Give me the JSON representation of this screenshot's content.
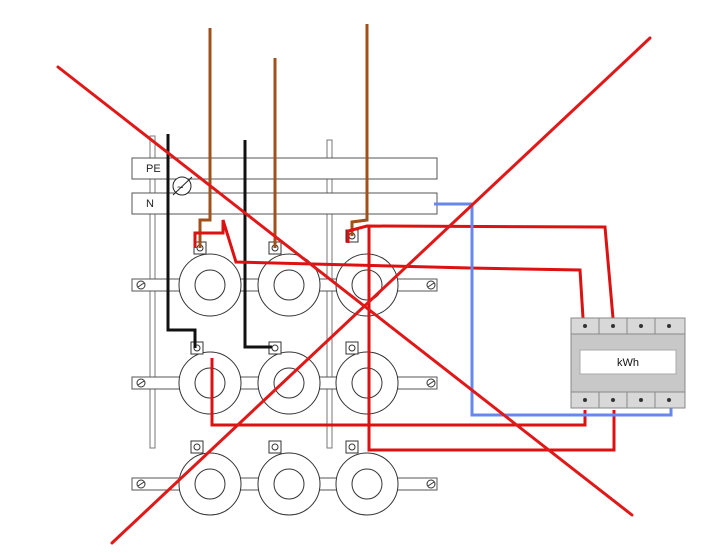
{
  "diagram": {
    "rails": {
      "pe_label": "PE",
      "n_label": "N"
    },
    "meter": {
      "label": "kWh"
    },
    "colors": {
      "phase_wire": "#a0501a",
      "neutral_wire": "#111111",
      "bridge_wire": "#dd1111",
      "cross_mark": "#e01818",
      "neutral_link": "#6688ee",
      "outline": "#555555",
      "meter_body": "#c8c8c8"
    },
    "symbols": {
      "rcd_tilde": "~"
    },
    "status": "crossed-out"
  }
}
